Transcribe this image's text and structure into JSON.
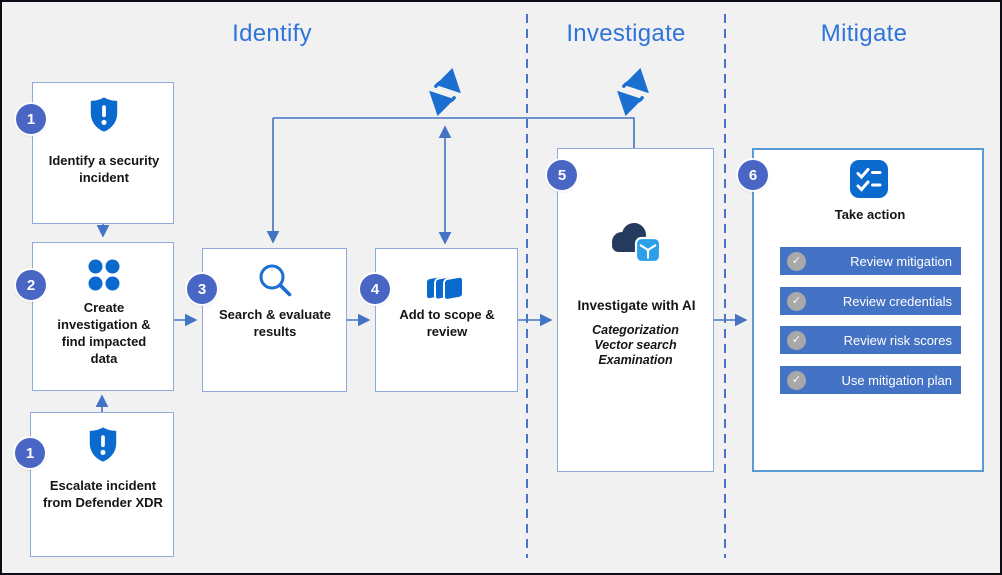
{
  "phases": [
    {
      "label": "Identify"
    },
    {
      "label": "Investigate"
    },
    {
      "label": "Mitigate"
    }
  ],
  "boxes": {
    "identify_incident": {
      "number": "1",
      "label": "Identify a security incident",
      "icon": "shield-exclamation-icon"
    },
    "create_investigation": {
      "number": "2",
      "label": "Create investigation & find impacted data",
      "icon": "dots-grid-icon"
    },
    "escalate_incident": {
      "number": "1",
      "label": "Escalate incident from Defender XDR",
      "icon": "shield-exclamation-icon"
    },
    "search_evaluate": {
      "number": "3",
      "label": "Search & evaluate results",
      "icon": "search-icon"
    },
    "add_scope": {
      "number": "4",
      "label": "Add to scope & review",
      "icon": "layers-icon"
    },
    "investigate_ai": {
      "number": "5",
      "label": "Investigate with AI",
      "sublabels": [
        "Categorization",
        "Vector search",
        "Examination"
      ],
      "icon": "ai-cloud-cube-icon"
    },
    "take_action": {
      "number": "6",
      "label": "Take action",
      "icon": "checklist-icon",
      "actions": [
        "Review mitigation",
        "Review credentials",
        "Review risk scores",
        "Use mitigation plan"
      ],
      "check_icon": "check-circle-icon"
    }
  },
  "icons": {
    "loop": "sync-loop-icon"
  },
  "colors": {
    "background": "#f1f1f2",
    "outer_border": "#0d0d16",
    "phase_title": "#2e74d9",
    "connector": "#4472c4",
    "dashed_divider": "#4a73c9",
    "badge": "#4a66c4",
    "icon_blue": "#0b6ace",
    "cloud_navy": "#243a5e",
    "cube_blue": "#2b9fe8",
    "action_button": "#4472c4",
    "check_circle_gray": "#a8a8a8",
    "box_border": "#8faadc",
    "take_action_border": "#5b9bd5"
  }
}
